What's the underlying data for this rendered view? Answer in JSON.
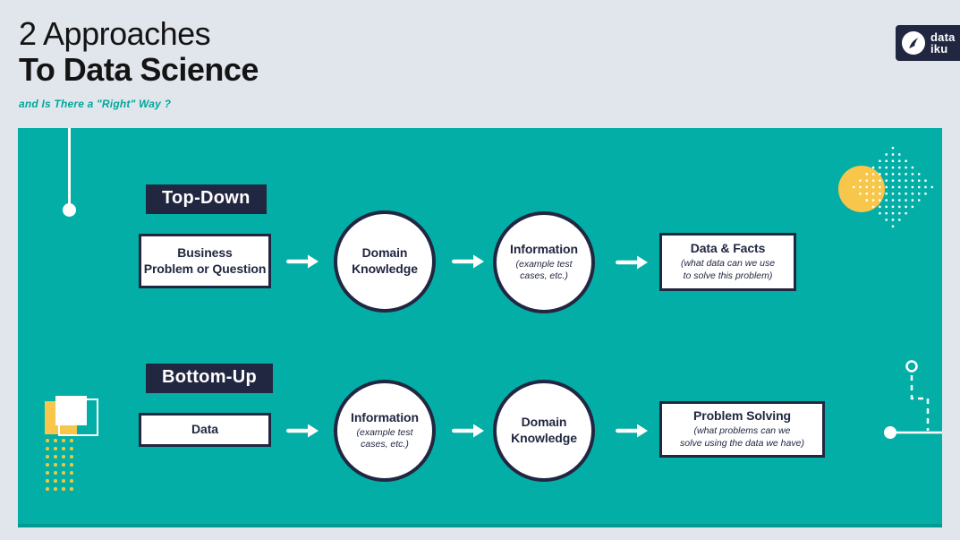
{
  "header": {
    "title_line1": "2 Approaches",
    "title_line2": "To Data Science",
    "subtitle": "and Is There a \"Right\" Way ?",
    "logo": {
      "line1": "data",
      "line2": "iku"
    }
  },
  "colors": {
    "background": "#E1E6EC",
    "panel": "#03AEA6",
    "panel_edge": "#009A93",
    "navy": "#222741",
    "yellow": "#F7C64B",
    "accent_teal": "#00A79B",
    "white": "#FFFFFF",
    "title_text": "#141414"
  },
  "flows": [
    {
      "label": "Top-Down",
      "nodes": [
        {
          "shape": "rect",
          "title": "Business\nProblem or Question"
        },
        {
          "shape": "circle",
          "title": "Domain\nKnowledge"
        },
        {
          "shape": "circle",
          "title": "Information",
          "subtitle": "(example test\ncases, etc.)"
        },
        {
          "shape": "rect",
          "title": "Data & Facts",
          "subtitle": "(what data can we use\nto solve this problem)"
        }
      ]
    },
    {
      "label": "Bottom-Up",
      "nodes": [
        {
          "shape": "rect",
          "title": "Data"
        },
        {
          "shape": "circle",
          "title": "Information",
          "subtitle": "(example test\ncases, etc.)"
        },
        {
          "shape": "circle",
          "title": "Domain\nKnowledge"
        },
        {
          "shape": "rect",
          "title": "Problem Solving",
          "subtitle": "(what problems can we\nsolve using the data we have)"
        }
      ]
    }
  ]
}
